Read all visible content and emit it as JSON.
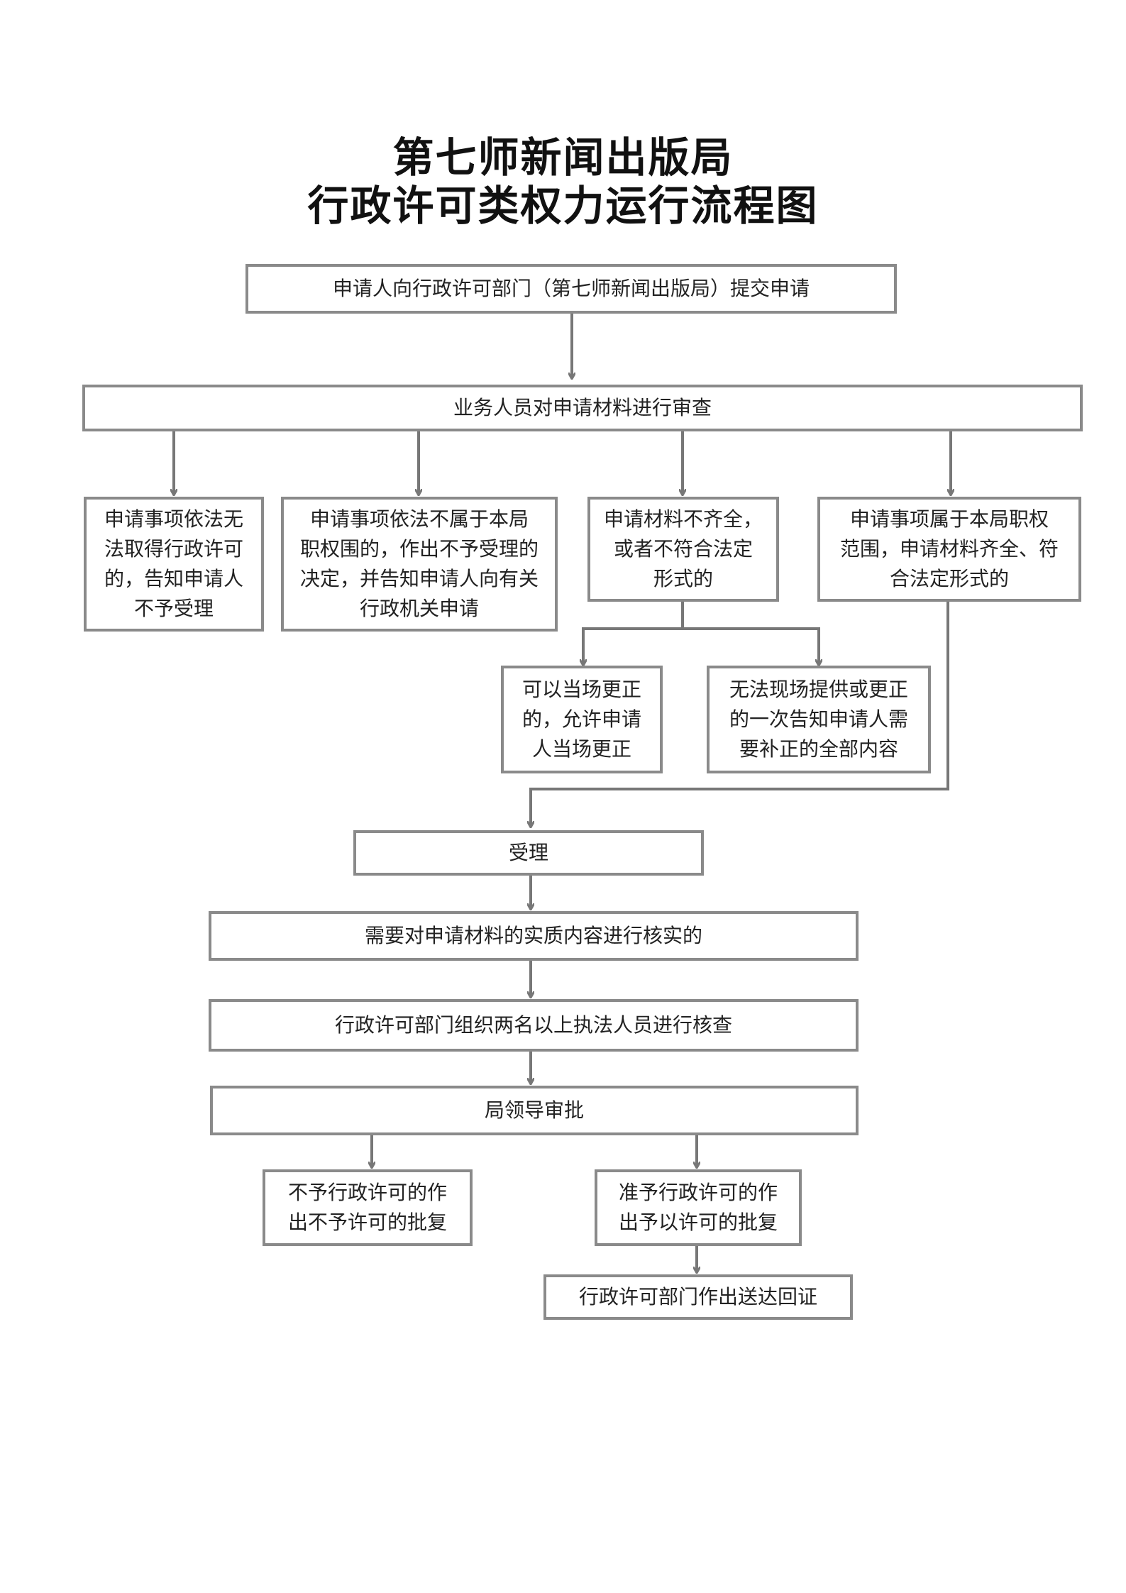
{
  "title": {
    "line1": "第七师新闻出版局",
    "line2": "行政许可类权力运行流程图"
  },
  "nodes": {
    "apply": "申请人向行政许可部门（第七师新闻出版局）提交申请",
    "review": "业务人员对申请材料进行审查",
    "cannot_obtain": "申请事项依法无\n法取得行政许可\n的，告知申请人\n不予受理",
    "not_in_scope": "申请事项依法不属于本局\n职权围的，作出不予受理的\n决定，并告知申请人向有关\n行政机关申请",
    "incomplete": "申请材料不齐全，\n或者不符合法定\n形式的",
    "in_scope_complete": "申请事项属于本局职权\n范围，申请材料齐全、符\n合法定形式的",
    "correct_on_site": "可以当场更正\n的，允许申请\n人当场更正",
    "notify_supplement": "无法现场提供或更正\n的一次告知申请人需\n要补正的全部内容",
    "accept": "受理",
    "verify_content": "需要对申请材料的实质内容进行核实的",
    "inspect": "行政许可部门组织两名以上执法人员进行核查",
    "leader_approval": "局领导审批",
    "deny": "不予行政许可的作\n出不予许可的批复",
    "grant": "准予行政许可的作\n出予以许可的批复",
    "receipt": "行政许可部门作出送达回证"
  }
}
